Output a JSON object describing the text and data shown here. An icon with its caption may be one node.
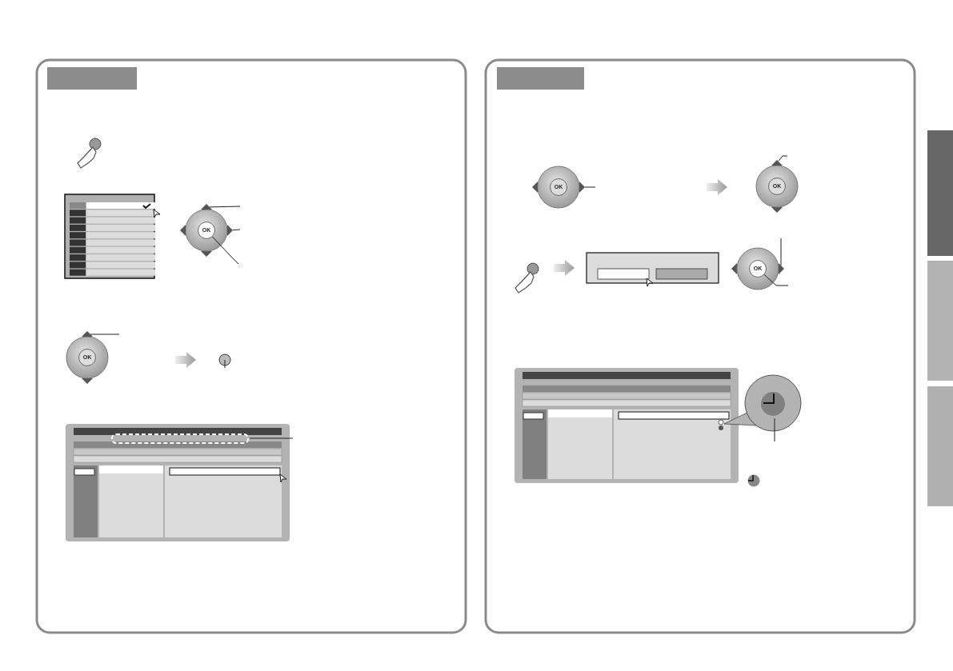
{
  "diagram": {
    "nodes": [
      {
        "text": [
          "OK"
        ]
      },
      {
        "text": [],
        "shape": "triangle"
      },
      {
        "text": [],
        "shape": "triangle"
      },
      {
        "text": [
          "OK"
        ]
      },
      {
        "text": [],
        "shape": "triangle"
      },
      {
        "text": [
          "OK"
        ]
      },
      {
        "text": [],
        "shape": "triangle"
      },
      {
        "text": [
          "OK"
        ]
      },
      {
        "text": [],
        "shape": "triangle"
      },
      {
        "text": [
          "OK"
        ]
      },
      {
        "text": [],
        "shape": "triangle"
      }
    ],
    "edges": [
      {
        "from": null,
        "to": 0,
        "arrow": "none"
      },
      {
        "from": null,
        "to": 1,
        "arrow": "none"
      },
      {
        "from": null,
        "to": 2,
        "arrow": "none"
      },
      {
        "from": null,
        "to": 4,
        "arrow": "none"
      },
      {
        "from": null,
        "to": 6,
        "arrow": "none"
      },
      {
        "from": null,
        "to": 8,
        "arrow": "none"
      },
      {
        "from": null,
        "to": 10,
        "arrow": "none"
      },
      {
        "from": null,
        "to": 9,
        "arrow": "none"
      }
    ]
  }
}
